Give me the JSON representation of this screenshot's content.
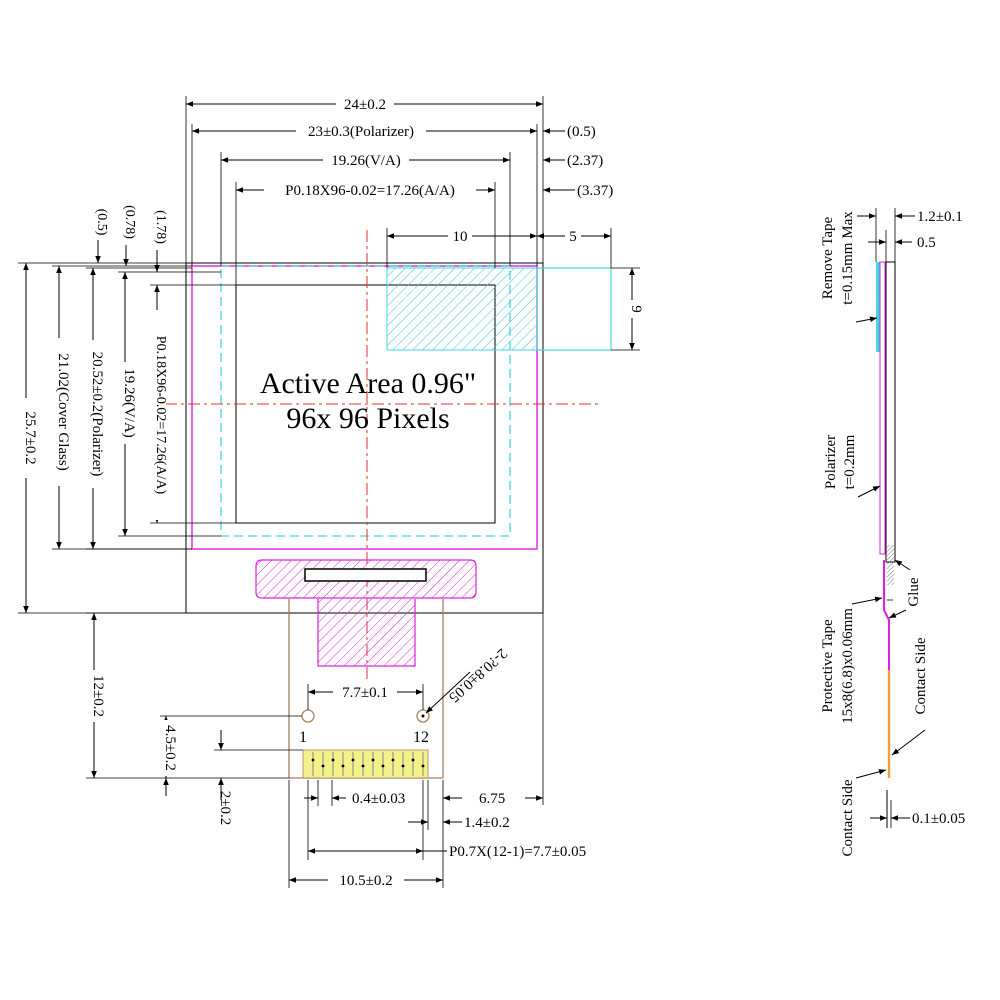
{
  "front_view": {
    "active_area_line1": "Active Area 0.96\"",
    "active_area_line2": "96x 96 Pixels",
    "dim_total_width": "24±0.2",
    "dim_polarizer_width": "23±0.3(Polarizer)",
    "dim_va_width": "19.26(V/A)",
    "dim_aa_width": "P0.18X96-0.02=17.26(A/A)",
    "dim_r05": "(0.5)",
    "dim_r237": "(2.37)",
    "dim_r337": "(3.37)",
    "dim_10": "10",
    "dim_5": "5",
    "dim_9": "9",
    "dim_total_height": "25.7±0.2",
    "dim_cover_glass": "21.02(Cover Glass)",
    "dim_polarizer_height": "20.52±0.2(Polarizer)",
    "dim_va_height": "19.26(V/A)",
    "dim_aa_height": "P0.18X96-0.02=17.26(A/A)",
    "dim_l05": "(0.5)",
    "dim_l078": "(0.78)",
    "dim_l178": "(1.78)",
    "dim_fpc_length": "12±0.2",
    "dim_45": "4.5±0.2",
    "dim_2": "2±0.2",
    "dim_holes_pitch": "7.7±0.1",
    "dim_hole_dia": "2-?0.8±0.05",
    "pin_first": "1",
    "pin_last": "12",
    "dim_pin_width": "0.4±0.03",
    "dim_675": "6.75",
    "dim_14": "1.4±0.2",
    "dim_pitch": "P0.7X(12-1)=7.7±0.05",
    "dim_fpc_width": "10.5±0.2"
  },
  "side_view": {
    "dim_thickness": "1.2±0.1",
    "dim_05": "0.5",
    "remove_tape_line1": "Remove Tape",
    "remove_tape_line2": "t=0.15mm Max",
    "polarizer_line1": "Polarizer",
    "polarizer_line2": "t=0.2mm",
    "glue": "Glue",
    "protective_tape_line1": "Protective Tape",
    "protective_tape_line2": "15x8(6.8)x0.06mm",
    "contact_side_right": "Contact Side",
    "contact_side_left": "Contact Side",
    "dim_01": "0.1±0.05"
  },
  "colors": {
    "magenta": "#e020e0",
    "cyan": "#40d8e0",
    "fpc_brown": "#a88060",
    "red_center": "#e03030",
    "pin_yellow": "#f4f08a",
    "side_orange": "#f0a040"
  }
}
